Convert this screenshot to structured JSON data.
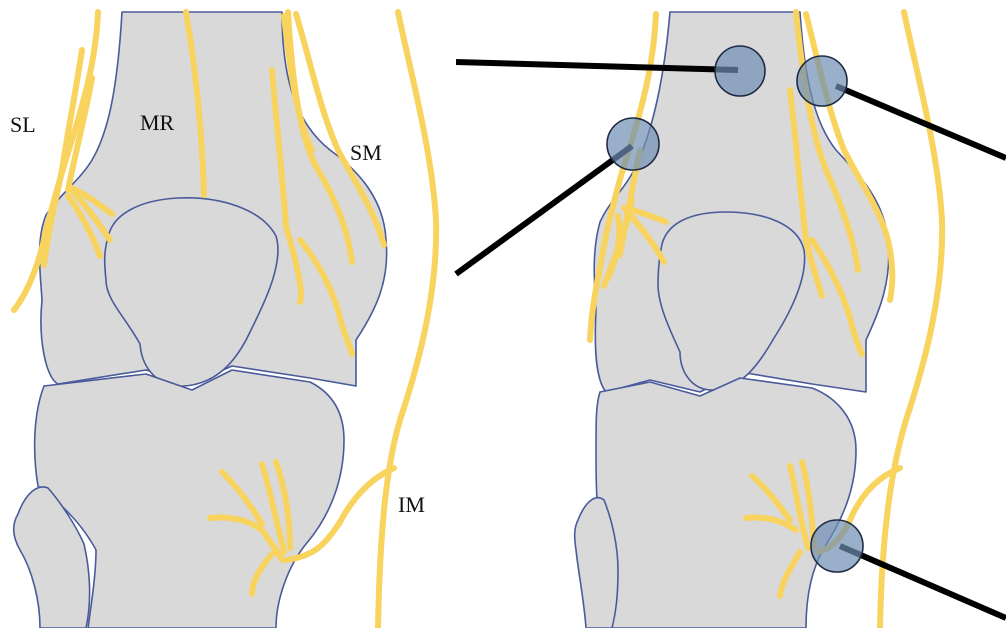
{
  "labels": {
    "sl": "SL",
    "mr": "MR",
    "sm": "SM",
    "im": "IM"
  },
  "colors": {
    "bone_fill": "#d9d9d9",
    "bone_outline": "#4a5a9a",
    "nerve": "#f8d35e",
    "target": "#6f8fb4",
    "probe": "#000000"
  }
}
